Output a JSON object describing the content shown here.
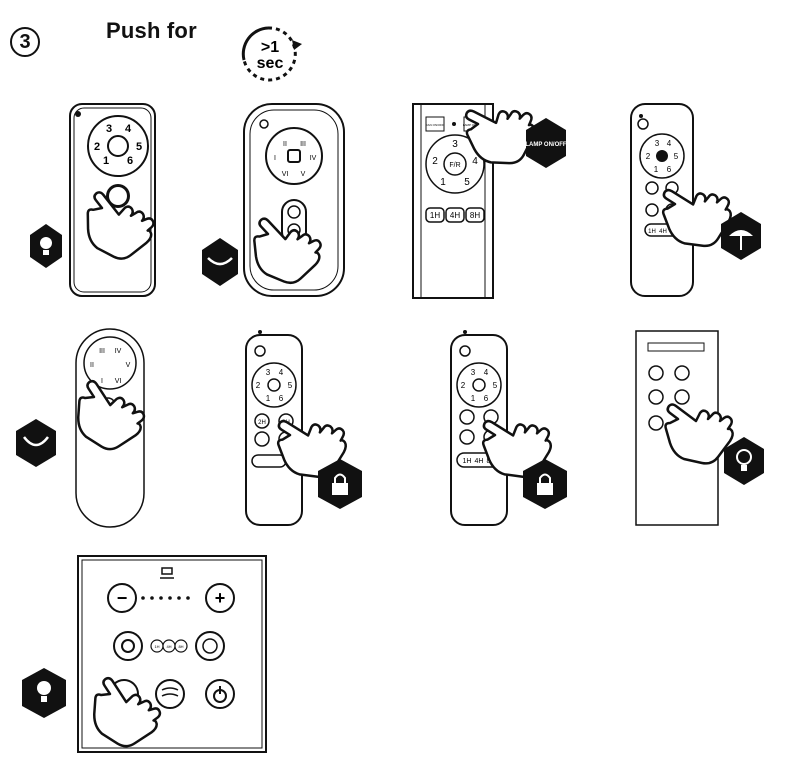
{
  "step_number": "3",
  "title": "Push for",
  "timer": {
    "top": ">1",
    "bottom": "sec"
  },
  "remote1": {
    "keys": [
      "3",
      "4",
      "2",
      "5",
      "1",
      "6"
    ]
  },
  "remote2": {
    "keys": [
      "II",
      "III",
      "I",
      "IV",
      "V",
      "VI"
    ]
  },
  "remote3": {
    "top_left_btn": "FAN ON/OFF",
    "lamp_btn": "LAMP ON/OFF",
    "keys": [
      "3",
      "2",
      "4",
      "1",
      "5"
    ],
    "center": "F/R",
    "timers": [
      "1H",
      "4H",
      "8H"
    ],
    "callout": "LAMP ON/OFF"
  },
  "remote4": {
    "keys": [
      "3",
      "4",
      "2",
      "5",
      "1",
      "6"
    ],
    "timers": [
      "1H",
      "4H",
      "8H"
    ]
  },
  "remote5": {
    "keys": [
      "III",
      "IV",
      "II",
      "V",
      "I",
      "VI"
    ]
  },
  "remote6": {
    "keys": [
      "3",
      "4",
      "2",
      "5",
      "1",
      "6"
    ],
    "timers": [
      "2H",
      "8H"
    ]
  },
  "remote7": {
    "keys": [
      "3",
      "4",
      "2",
      "5",
      "1",
      "6"
    ],
    "timers": [
      "1H",
      "4H",
      "8H"
    ]
  },
  "panel": {
    "timers": [
      "1H",
      "4H",
      "8H"
    ],
    "minus": "−",
    "plus": "+"
  }
}
